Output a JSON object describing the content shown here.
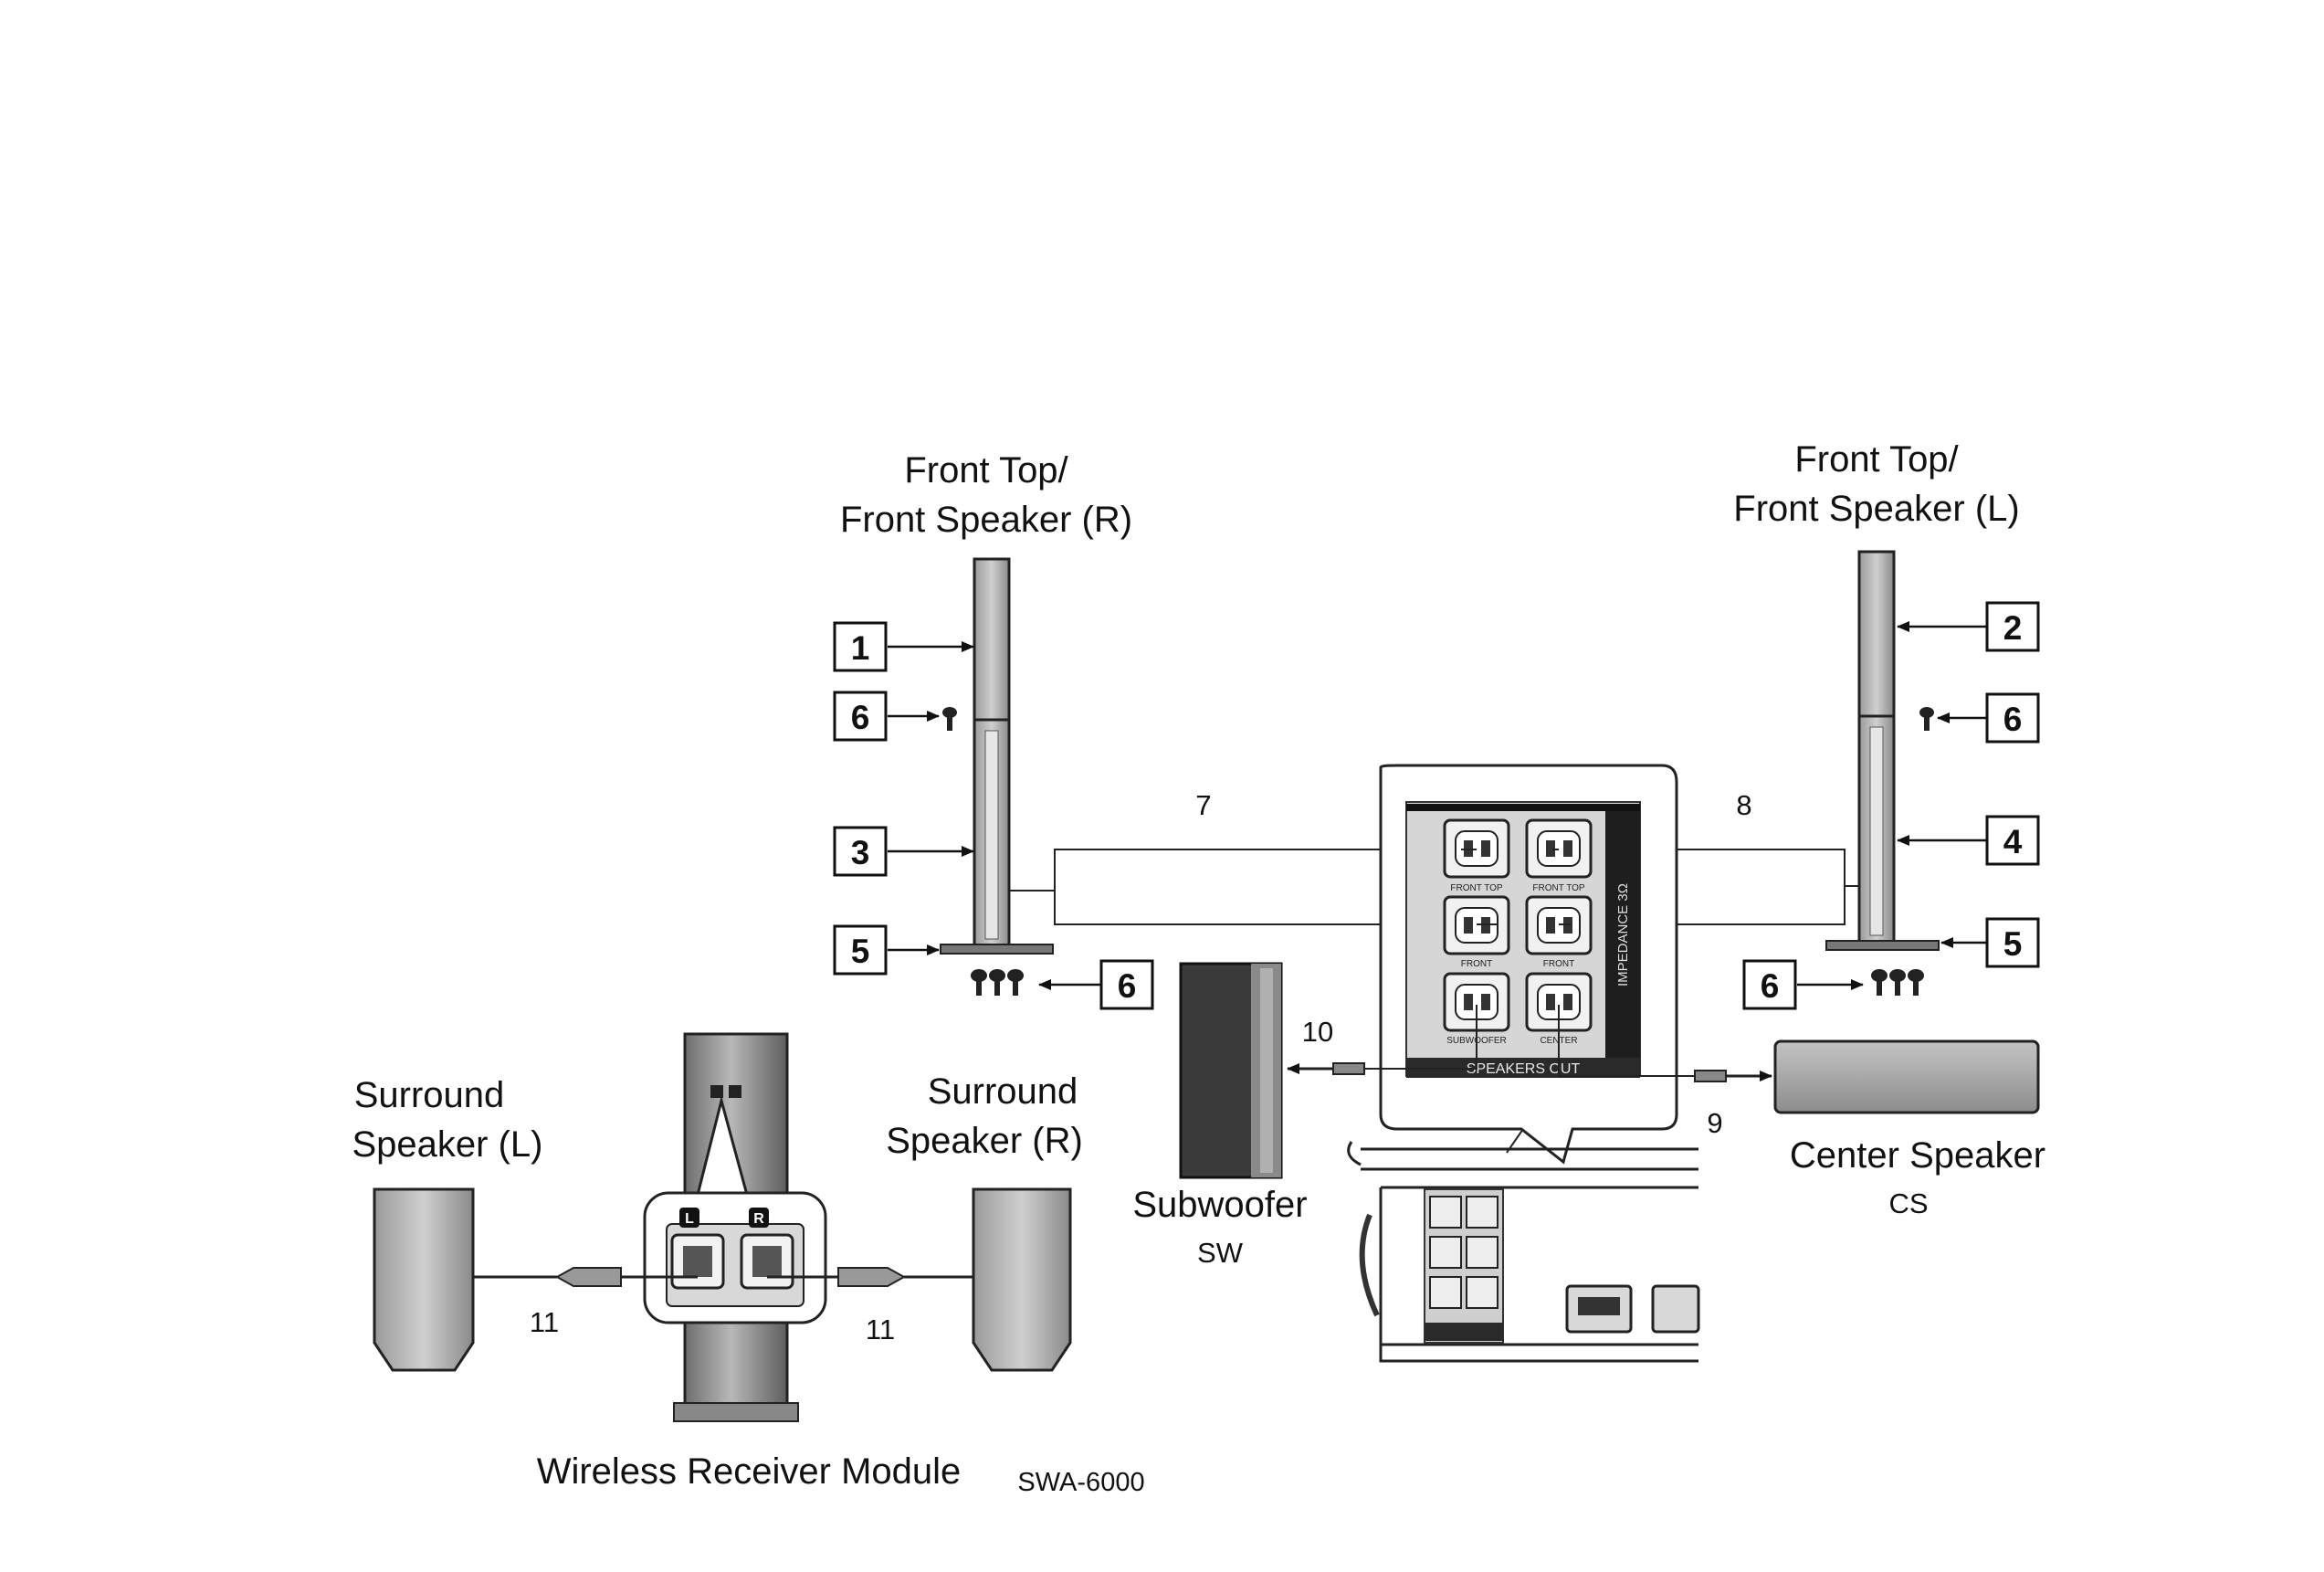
{
  "labels": {
    "front_r_line1": "Front Top/",
    "front_r_line2": "Front Speaker (R)",
    "front_l_line1": "Front Top/",
    "front_l_line2": "Front Speaker (L)",
    "surround_l_line1": "Surround",
    "surround_l_line2": "Speaker (L)",
    "surround_r_line1": "Surround",
    "surround_r_line2": "Speaker (R)",
    "subwoofer": "Subwoofer",
    "subwoofer_code": "SW",
    "center": "Center Speaker",
    "center_code": "CS",
    "wireless": "Wireless Receiver Module",
    "wireless_model": "SWA-6000"
  },
  "callouts": {
    "c1": "1",
    "c2": "2",
    "c3": "3",
    "c4": "4",
    "c5_left": "5",
    "c5_right": "5",
    "c6_top_left": "6",
    "c6_top_right": "6",
    "c6_bottom_left": "6",
    "c6_bottom_right": "6",
    "n7": "7",
    "n8": "8",
    "n9": "9",
    "n10": "10",
    "n11_left": "11",
    "n11_right": "11"
  },
  "panel": {
    "ports": {
      "front_top_r": "FRONT TOP",
      "front_top_l": "FRONT TOP",
      "front_r": "FRONT",
      "front_l": "FRONT",
      "subwoofer": "SUBWOOFER",
      "center": "CENTER"
    },
    "speakers_out": "SPEAKERS OUT",
    "impedance": "IMPEDANCE 3Ω",
    "receiver_l": "L",
    "receiver_r": "R"
  }
}
